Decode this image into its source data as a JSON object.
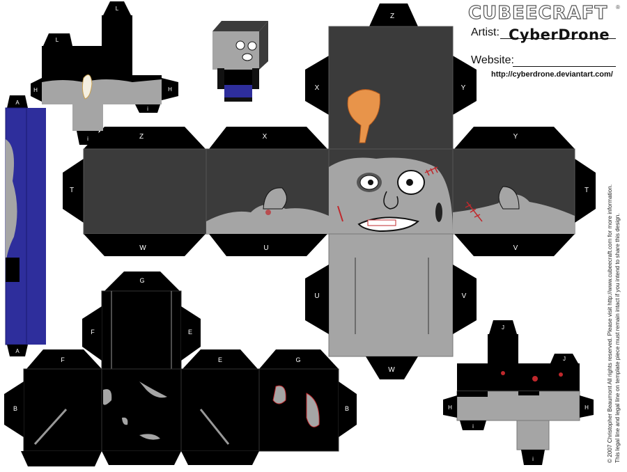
{
  "header": {
    "brand": "CUBEECRAFT",
    "brand_mark": "®",
    "artist_label": "Artist:",
    "artist_name": "CyberDrone",
    "website_label": "Website:",
    "website_url": "http://cyberdrone.deviantart.com/"
  },
  "copyright": {
    "line1": "© 2007 Christopher Beaumont All rights reserved. Please visit http://www.cubeecraft.com for more information.",
    "line2": "This legal line and legal line on template piece must remain intact if you intend to share this design."
  },
  "tab_labels": {
    "Z": "Z",
    "X": "X",
    "Y": "Y",
    "T": "T",
    "W": "W",
    "U": "U",
    "V": "V",
    "L": "L",
    "H": "H",
    "i": "i",
    "A": "A",
    "G": "G",
    "F": "F",
    "E": "E",
    "B": "B",
    "J": "J"
  },
  "colors": {
    "panel_black": "#000000",
    "head_dark": "#3b3b3b",
    "skin_gray": "#a5a5a5",
    "leg_blue": "#2e2e9c",
    "wound_red": "#c0282c",
    "chicken_orange": "#e8944a"
  }
}
